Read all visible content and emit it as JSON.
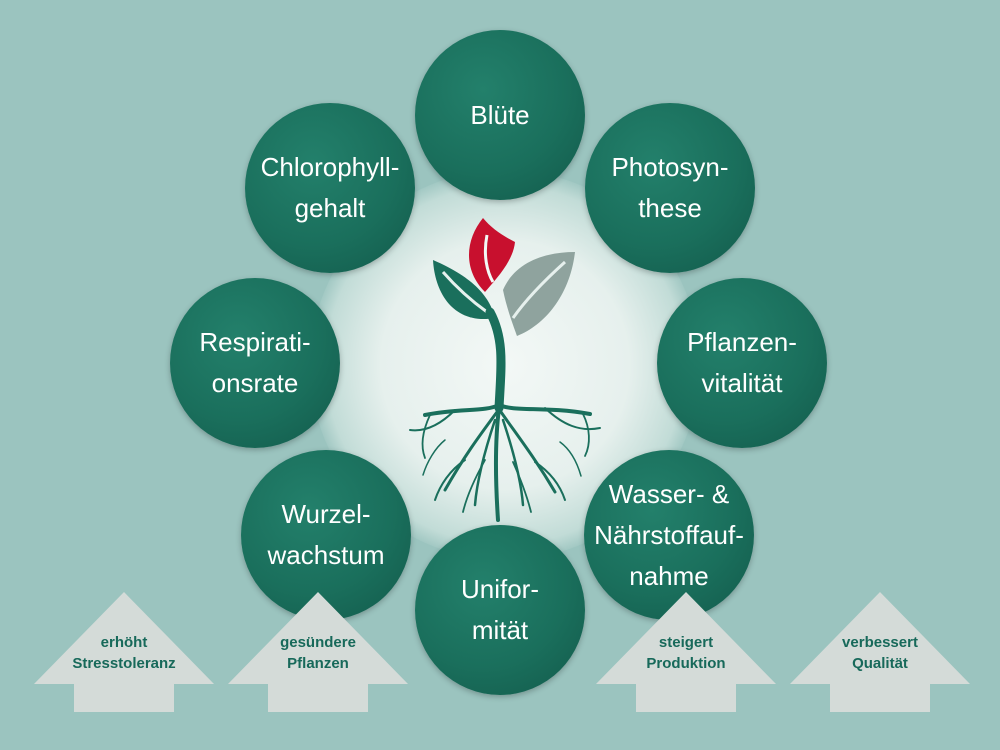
{
  "circles": [
    {
      "id": "bluete",
      "lines": [
        "Blüte"
      ]
    },
    {
      "id": "photosynthese",
      "lines": [
        "Photosyn-",
        "these"
      ]
    },
    {
      "id": "pflanzenvitalitaet",
      "lines": [
        "Pflanzen-",
        "vitalität"
      ]
    },
    {
      "id": "wasser-naehrstoffaufnahme",
      "lines": [
        "Wasser- &",
        "Nährstoffauf-",
        "nahme"
      ]
    },
    {
      "id": "uniformitaet",
      "lines": [
        "Unifor-",
        "mität"
      ]
    },
    {
      "id": "wurzelwachstum",
      "lines": [
        "Wurzel-",
        "wachstum"
      ]
    },
    {
      "id": "respirationsrate",
      "lines": [
        "Respirati-",
        "onsrate"
      ]
    },
    {
      "id": "chlorophyllgehalt",
      "lines": [
        "Chlorophyll-",
        "gehalt"
      ]
    }
  ],
  "arrows": [
    {
      "id": "stresstoleranz",
      "lines": [
        "erhöht",
        "Stresstoleranz"
      ]
    },
    {
      "id": "gesuendere-pflanzen",
      "lines": [
        "gesündere",
        "Pflanzen"
      ]
    },
    {
      "id": "produktion",
      "lines": [
        "steigert",
        "Produktion"
      ]
    },
    {
      "id": "qualitaet",
      "lines": [
        "verbessert",
        "Qualität"
      ]
    }
  ],
  "colors": {
    "background": "#9bc4bf",
    "circle": "#1a6f5c",
    "arrow_fill": "#d4dbd8",
    "arrow_text": "#17695a",
    "leaf_red": "#c8102e",
    "leaf_grey": "#8fa39e",
    "plant_green": "#1a6f5c"
  },
  "icons": [
    "plant-with-roots-icon",
    "up-arrow-icon"
  ]
}
